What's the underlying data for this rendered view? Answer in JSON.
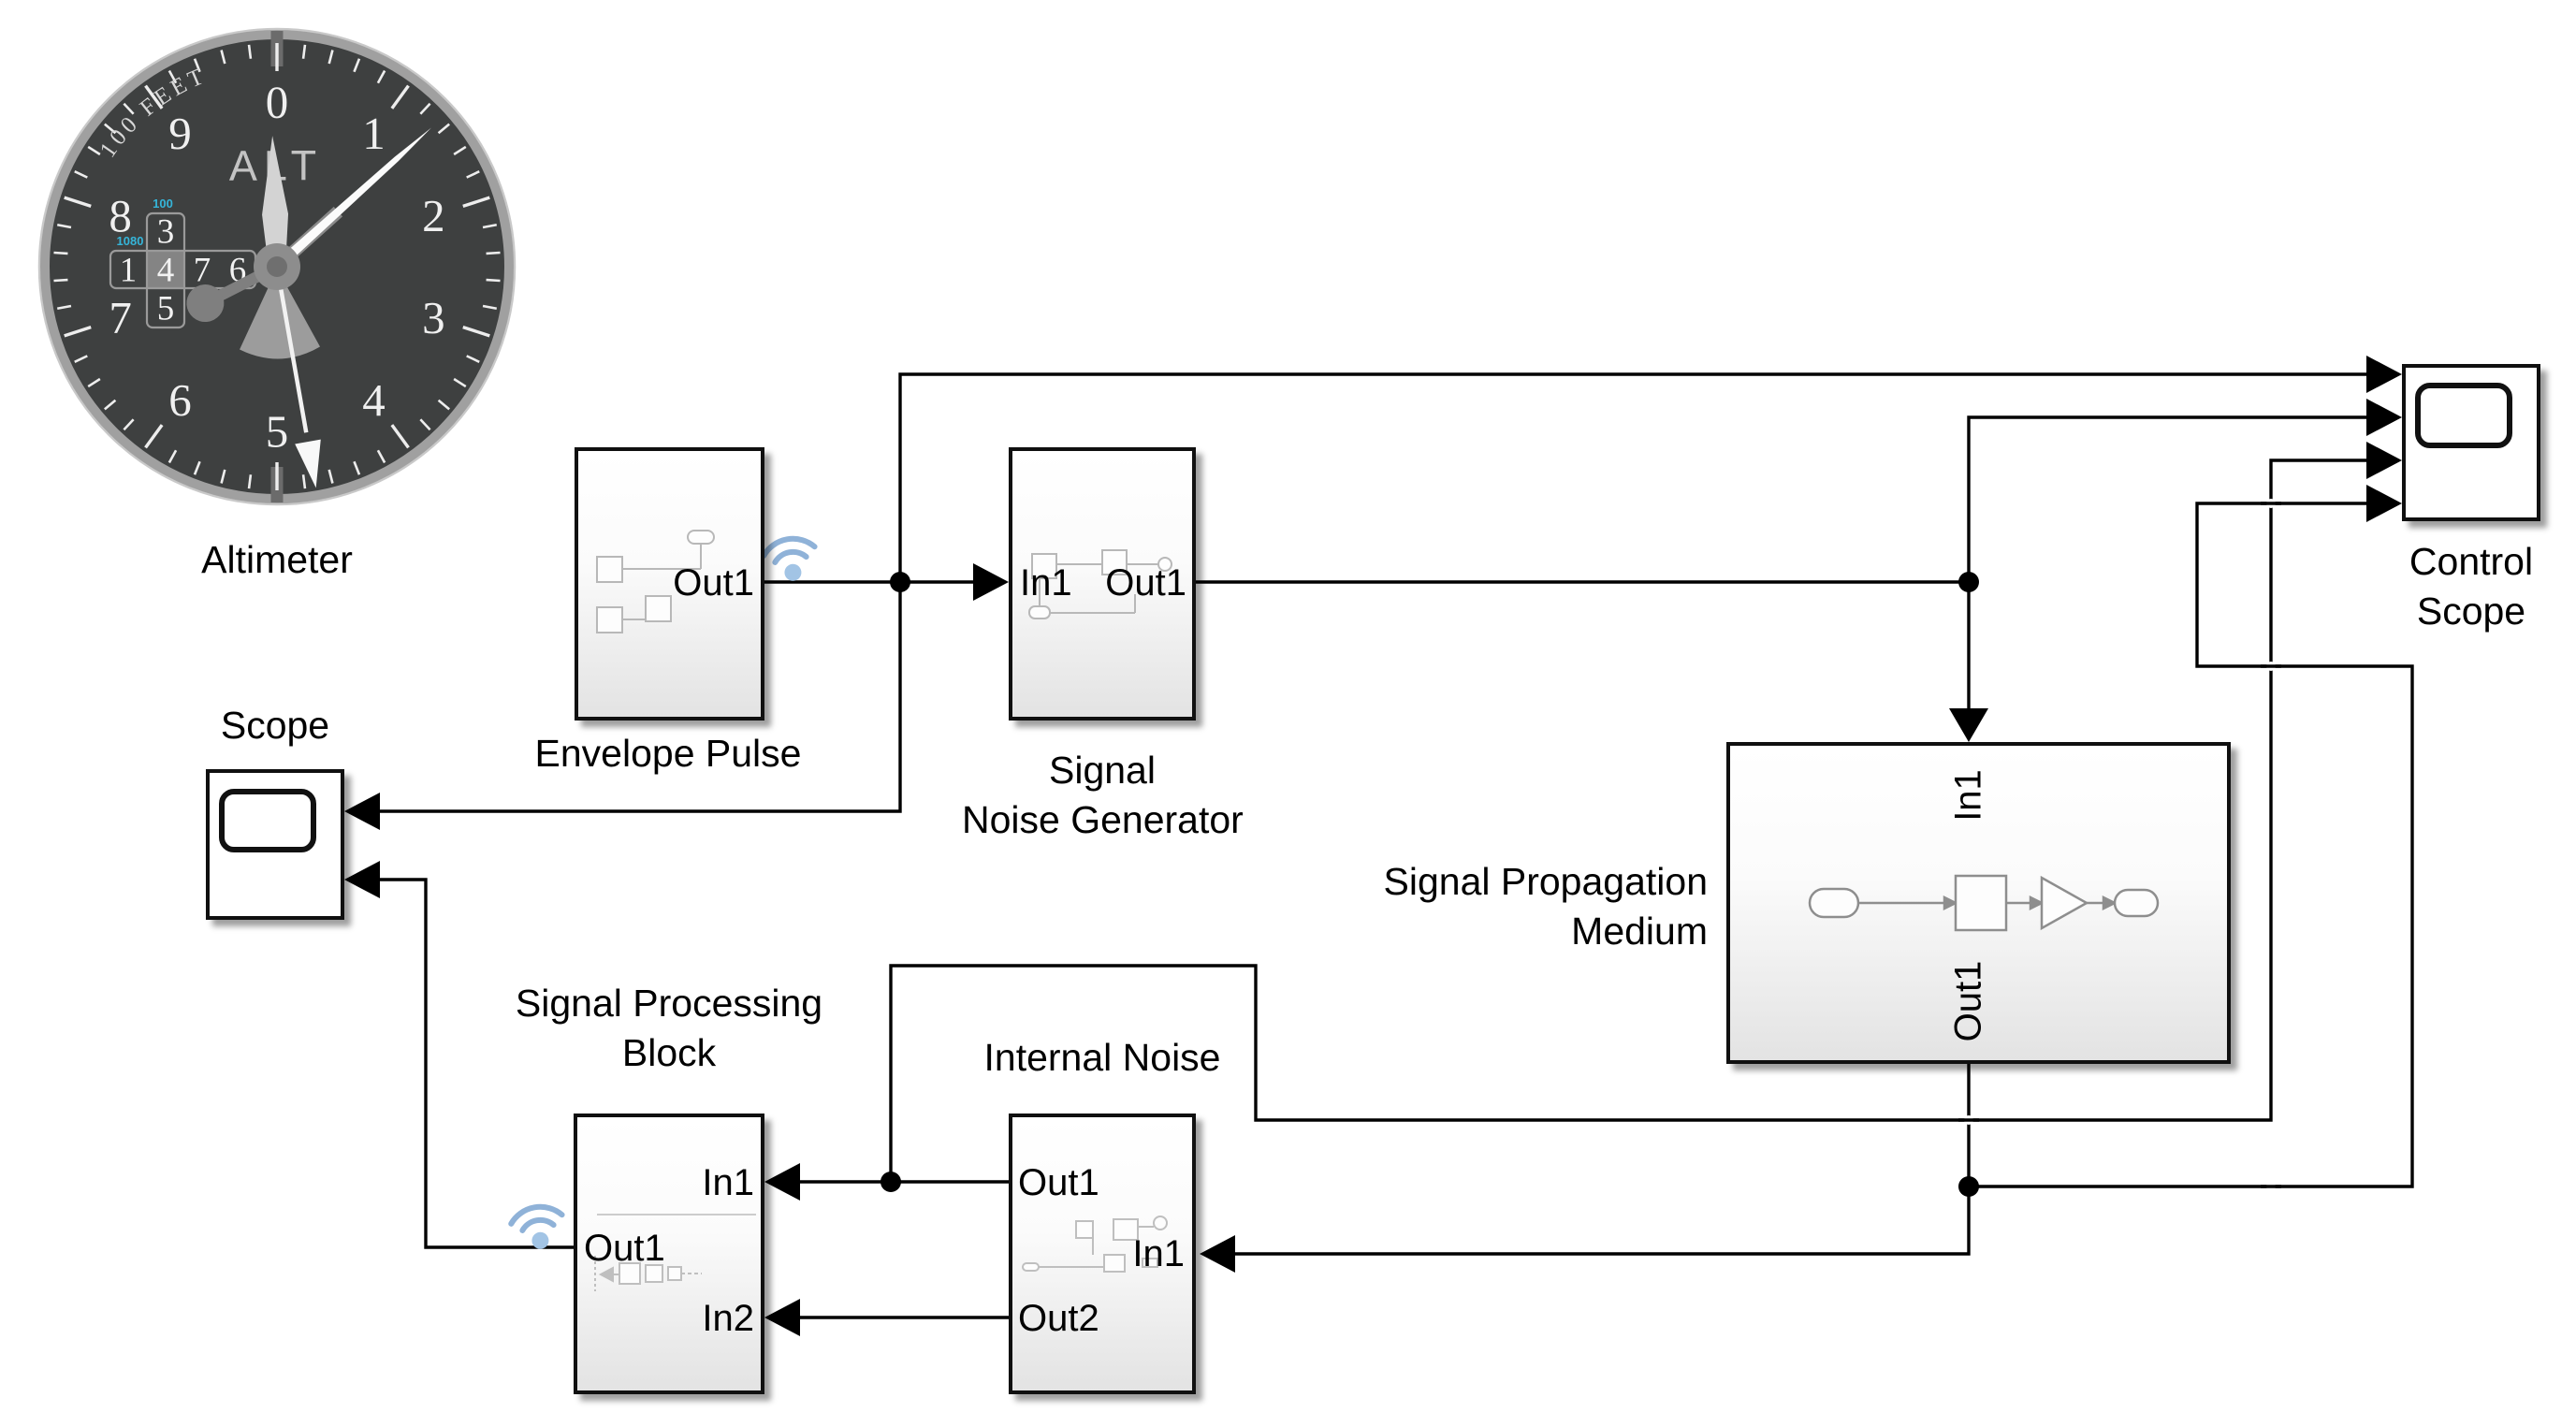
{
  "diagram": {
    "background": "#ffffff",
    "wire_color": "#000000",
    "wireless_arc_color": "#8fb2d8",
    "wireless_dot_color": "#a2c4e5"
  },
  "altimeter": {
    "label": "Altimeter",
    "title": "ALT",
    "arc_text": "100 FEET",
    "dial_numbers": [
      "0",
      "1",
      "2",
      "3",
      "4",
      "5",
      "6",
      "7",
      "8",
      "9"
    ],
    "readout": {
      "row_digits": [
        "1",
        "4",
        "7",
        "6"
      ],
      "top_digit": "3",
      "bottom_digit": "5",
      "highlight_digit": "4",
      "tag_top": "100",
      "tag_left": "1080",
      "tag_color": "#35b5d9"
    },
    "hands": {
      "long_needle_deg": 48,
      "hundreds_needle_deg": 170,
      "broad_hand_deg": -2,
      "counterweight_hand_deg": 243
    },
    "face_color": "#3e4040",
    "bezel_color": "#a0a0a0"
  },
  "blocks": {
    "envelope_pulse": {
      "label": "Envelope Pulse",
      "out1": "Out1"
    },
    "signal_noise_generator": {
      "label_line1": "Signal",
      "label_line2": "Noise Generator",
      "in1": "In1",
      "out1": "Out1"
    },
    "control_scope": {
      "label_line1": "Control",
      "label_line2": "Scope"
    },
    "scope": {
      "label": "Scope"
    },
    "signal_propagation_medium": {
      "label_line1": "Signal Propagation",
      "label_line2": "Medium",
      "in1": "In1",
      "out1": "Out1"
    },
    "signal_processing_block": {
      "label_line1": "Signal Processing",
      "label_line2": "Block",
      "in1": "In1",
      "in2": "In2",
      "out1": "Out1"
    },
    "internal_noise": {
      "label": "Internal Noise",
      "out1": "Out1",
      "in1": "In1",
      "out2": "Out2"
    }
  }
}
